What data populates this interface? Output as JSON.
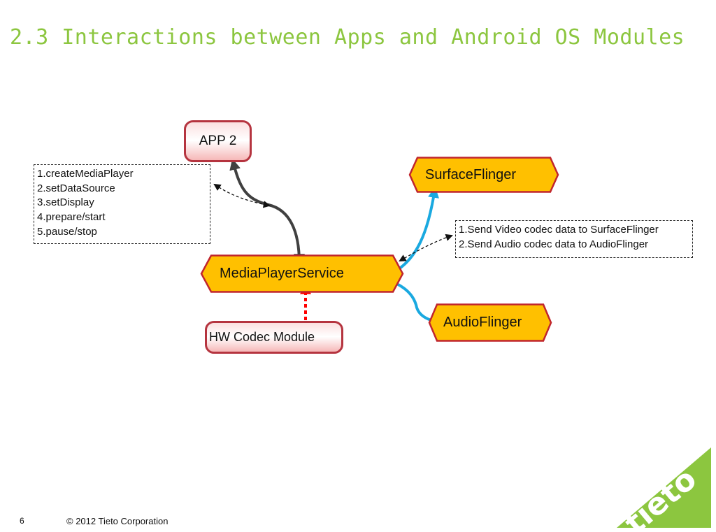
{
  "slide": {
    "title": "2.3  Interactions between Apps and Android OS Modules",
    "page_number": "6",
    "copyright": "© 2012 Tieto Corporation"
  },
  "diagram": {
    "nodes": {
      "app": "APP 2",
      "media_player_service": "MediaPlayerService",
      "surface_flinger": "SurfaceFlinger",
      "audio_flinger": "AudioFlinger",
      "hw_codec": "HW Codec Module"
    },
    "app_calls": [
      "1.createMediaPlayer",
      "2.setDataSource",
      "3.setDisplay",
      "4.prepare/start",
      "5.pause/stop"
    ],
    "codec_flow": [
      "1.Send Video codec data to SurfaceFlinger",
      "2.Send Audio codec data to AudioFlinger"
    ]
  },
  "colors": {
    "title": "#8cc63f",
    "node_fill": "#ffc000",
    "node_border": "#c0252d",
    "codec_arrow": "#1aa9e0",
    "control_arrow": "#404040",
    "hw_arrow": "#ff0000",
    "logo": "#8cc63f"
  },
  "logo": {
    "name": "tieto-logo",
    "text": "tieto"
  }
}
